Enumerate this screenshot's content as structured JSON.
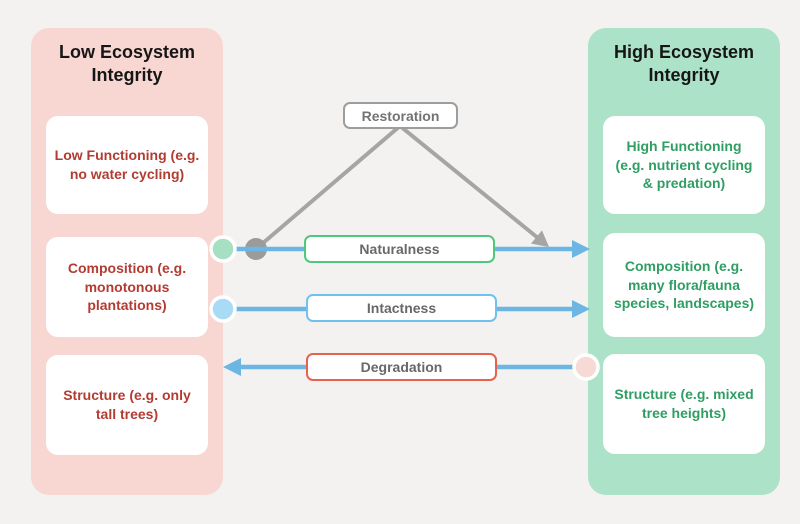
{
  "left_panel": {
    "title": "Low Ecosystem Integrity",
    "cards": [
      {
        "label": "Low Functioning (e.g. no water cycling)"
      },
      {
        "label": "Composition (e.g. monotonous plantations)"
      },
      {
        "label": "Structure (e.g. only tall trees)"
      }
    ]
  },
  "right_panel": {
    "title": "High Ecosystem Integrity",
    "cards": [
      {
        "label": "High Functioning (e.g. nutrient cycling & predation)"
      },
      {
        "label": "Composition (e.g. many flora/fauna species, landscapes)"
      },
      {
        "label": "Structure (e.g. mixed tree heights)"
      }
    ]
  },
  "process_labels": {
    "restoration": "Restoration",
    "naturalness": "Naturalness",
    "intactness": "Intactness",
    "degradation": "Degradation"
  },
  "colors": {
    "background": "#f3f2f0",
    "left_panel_bg": "#f8d7d2",
    "right_panel_bg": "#ace3c8",
    "left_text": "#b23c32",
    "right_text": "#2f9e63",
    "title_text": "#161616",
    "blue_arrow": "#6db6e3",
    "gray_arrow": "#a5a5a5",
    "gray_dot": "#9b9b9b",
    "green_dot": "#a7dfc3",
    "blue_dot": "#a9dbf7",
    "pink_dot": "#f7d9d5",
    "naturalness_border": "#4ec97b",
    "intactness_border": "#71c1ee",
    "degradation_border": "#e7614f",
    "restoration_border": "#9d9d9d",
    "process_text": "#686868"
  }
}
